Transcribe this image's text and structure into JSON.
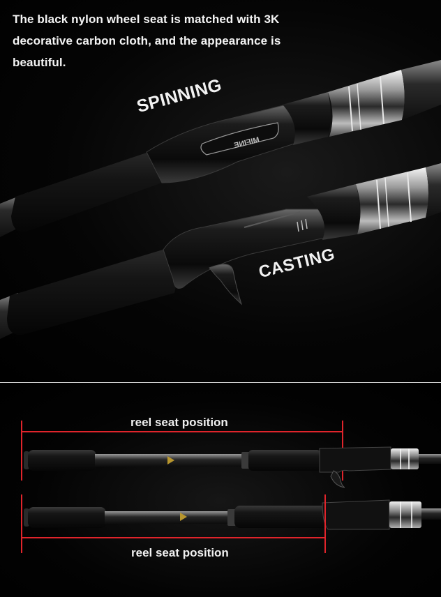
{
  "headline": "The black nylon wheel seat is matched with 3K decorative carbon cloth, and the appearance is beautiful.",
  "labels": {
    "spinning": "SPINNING",
    "casting": "CASTING",
    "reel_badge_text": "MIFINE"
  },
  "comparison": {
    "top_label": "reel seat position",
    "bottom_label": "reel seat position"
  },
  "colors": {
    "background": "#000000",
    "measure_line": "#e0242b",
    "grip_foam": "#141414",
    "chrome": "#c9c9c9",
    "accent_gold": "#b8962e"
  }
}
